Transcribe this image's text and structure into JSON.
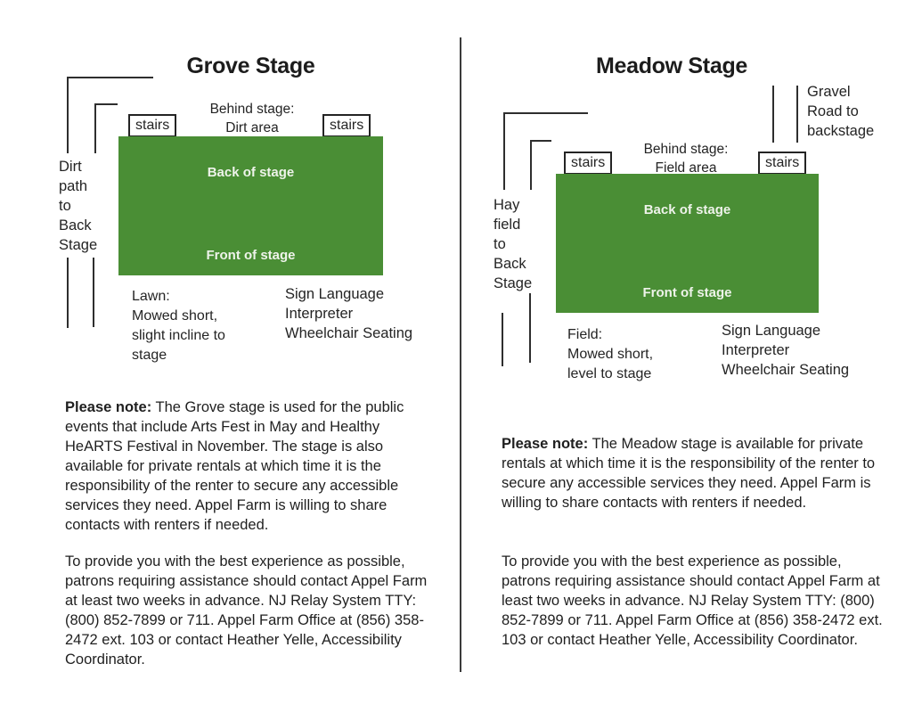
{
  "colors": {
    "stage_green": "#4a8e35",
    "ink": "#242424",
    "stage_text": "#eef3ea"
  },
  "grove": {
    "title": "Grove Stage",
    "path_label": "Dirt\npath\nto\nBack\nStage",
    "behind_label": "Behind stage:\nDirt area",
    "stairs_left": "stairs",
    "stairs_right": "stairs",
    "back_label": "Back of stage",
    "front_label": "Front of stage",
    "ground_label": "Lawn:\nMowed short,\nslight incline to\nstage",
    "seating_label": "Sign Language\nInterpreter\nWheelchair Seating",
    "note_label": "Please note:",
    "note_text": " The Grove stage is used for the public events that include Arts Fest in May and Healthy HeARTS Festival in November. The stage is also available for private rentals at which time it is the responsibility of the renter to secure any accessible services they need. Appel Farm is willing to share contacts with renters if needed.",
    "assistance_text": "To provide you with the best experience as possible, patrons requiring assistance should contact Appel Farm at least two weeks in advance. NJ Relay System TTY: (800) 852-7899 or 711. Appel Farm Office at (856) 358-2472 ext. 103 or contact Heather Yelle, Accessibility Coordinator."
  },
  "meadow": {
    "title": "Meadow Stage",
    "path_label": "Hay\nfield\nto\nBack\nStage",
    "road_label": "Gravel\nRoad to\nbackstage",
    "behind_label": "Behind stage:\nField area",
    "stairs_left": "stairs",
    "stairs_right": "stairs",
    "back_label": "Back of stage",
    "front_label": "Front of stage",
    "ground_label": "Field:\nMowed short,\nlevel to stage",
    "seating_label": "Sign Language\nInterpreter\nWheelchair Seating",
    "note_label": "Please note:",
    "note_text": " The Meadow stage is available for private rentals at which time it is the responsibility of the renter to secure any accessible services they need. Appel Farm is willing to share contacts with renters if needed.",
    "assistance_text": "To provide you with the best experience as possible, patrons requiring assistance should contact Appel Farm at least two weeks in advance. NJ Relay System TTY: (800) 852-7899 or 711. Appel Farm Office at (856) 358-2472 ext. 103 or contact Heather Yelle, Accessibility Coordinator."
  }
}
